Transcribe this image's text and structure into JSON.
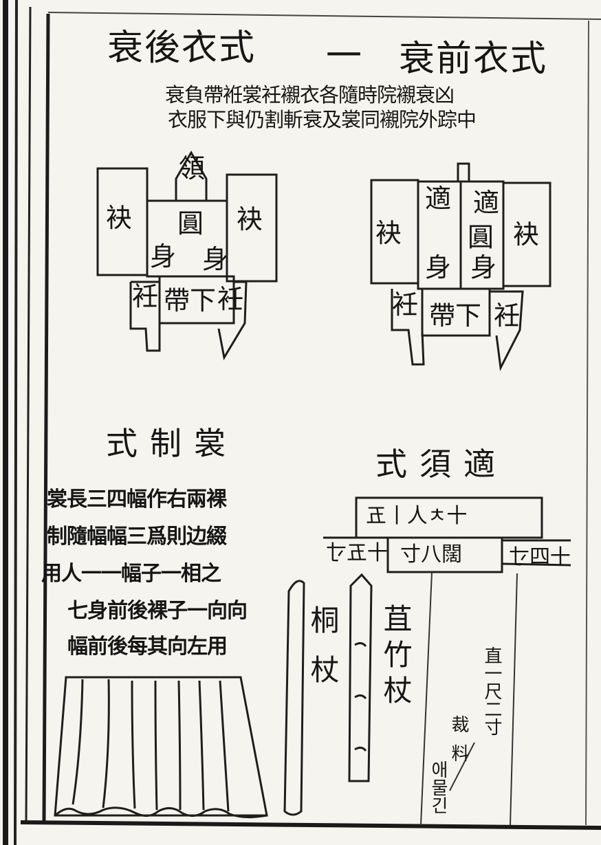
{
  "header": {
    "title_right": "衰前衣式",
    "title_dash": "一",
    "title_left": "衰後衣式",
    "subline_1": "衰負帶袵裳衽襯衣各隨時院襯衰凶",
    "subline_2": "衣服下與仍割斬衰及裳同襯院外踪中"
  },
  "front_diagram": {
    "sleeve_left": "袂",
    "sleeve_right": "袂",
    "collar_1": "適",
    "collar_2": "適",
    "body_1": "圓",
    "body_2": "身",
    "body_3": "身",
    "belt": "帶下",
    "ren_left": "衽",
    "ren_right": "衽"
  },
  "back_diagram": {
    "sleeve_left": "袂",
    "sleeve_right": "袂",
    "collar": "領",
    "body_round": "圓",
    "body_1": "身",
    "body_2": "身",
    "belt": "帶下",
    "ren_left": "衽",
    "ren_right": "衽"
  },
  "skirt_section": {
    "title": "裳制式",
    "lines": [
      "裳長三四幅作右兩裸",
      "制隨幅幅三爲則边綴",
      "用人一一幅子一相之",
      "七身前後裸子一向向",
      "幅前後每其向左用"
    ]
  },
  "collar_section": {
    "title": "適須式",
    "ruler_top": "十ㅊ人丨五",
    "ruler_middle": "闊八寸",
    "ruler_left": "十五寸",
    "ruler_right": "十四寸"
  },
  "staffs": {
    "tong": "桐杖",
    "bamboo": "苴竹杖",
    "jae": "裁料",
    "measure": "直一尺二寸",
    "hangul": "애물긴"
  }
}
